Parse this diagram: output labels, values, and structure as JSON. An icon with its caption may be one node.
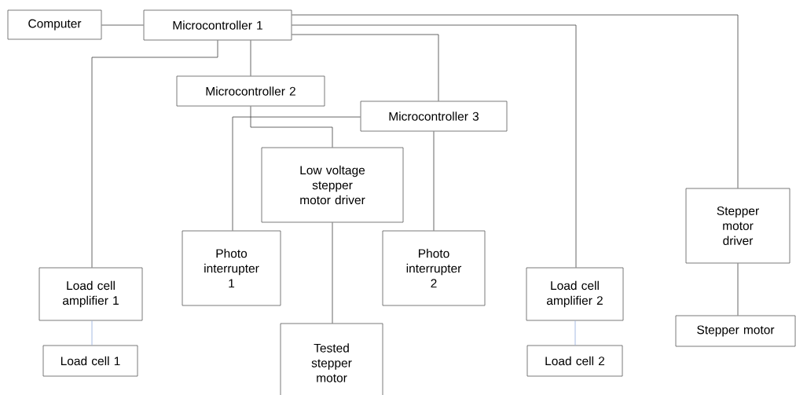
{
  "diagram": {
    "nodes": [
      {
        "text": [
          "Computer"
        ]
      },
      {
        "text": [
          "Microcontroller 1"
        ]
      },
      {
        "text": [
          "Microcontroller 2"
        ]
      },
      {
        "text": [
          "Microcontroller 3"
        ]
      },
      {
        "text": [
          "Low voltage stepper motor driver"
        ]
      },
      {
        "text": [
          "Photo interrupter 1"
        ]
      },
      {
        "text": [
          "Photo interrupter 2"
        ]
      },
      {
        "text": [
          "Tested stepper motor"
        ]
      },
      {
        "text": [
          "Load cell amplifier 1"
        ]
      },
      {
        "text": [
          "Load cell 1"
        ]
      },
      {
        "text": [
          "Load cell amplifier 2"
        ]
      },
      {
        "text": [
          "Load cell 2"
        ]
      },
      {
        "text": [
          "Stepper motor driver"
        ]
      },
      {
        "text": [
          "Stepper motor"
        ]
      }
    ],
    "edges": [
      {
        "from": 0,
        "to": 1,
        "arrow": "none"
      },
      {
        "from": 1,
        "to": 8,
        "arrow": "none"
      },
      {
        "from": 1,
        "to": 2,
        "arrow": "none"
      },
      {
        "from": 1,
        "to": 3,
        "arrow": "none"
      },
      {
        "from": 1,
        "to": 10,
        "arrow": "none"
      },
      {
        "from": 1,
        "to": 12,
        "arrow": "none"
      },
      {
        "from": 2,
        "to": 4,
        "arrow": "none"
      },
      {
        "from": 3,
        "to": 5,
        "arrow": "none"
      },
      {
        "from": 3,
        "to": 6,
        "arrow": "none"
      },
      {
        "from": 4,
        "to": 7,
        "arrow": "none"
      },
      {
        "from": 8,
        "to": 9,
        "arrow": "none",
        "color": "#8faadc"
      },
      {
        "from": 10,
        "to": 11,
        "arrow": "none",
        "color": "#8faadc"
      },
      {
        "from": 12,
        "to": 13,
        "arrow": "none"
      }
    ]
  }
}
